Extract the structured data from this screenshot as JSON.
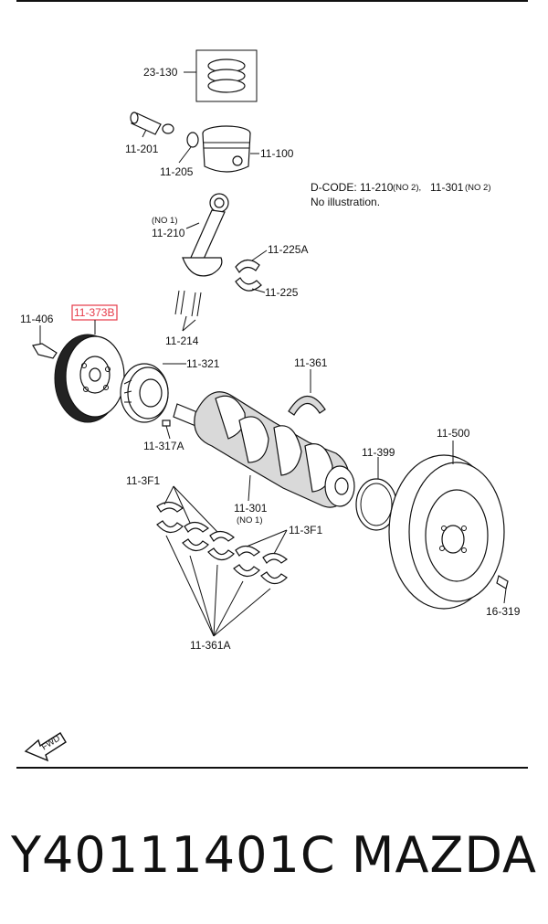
{
  "diagram": {
    "labels": {
      "piston_ring": "23-130",
      "piston_pin": "11-201",
      "snap_ring": "11-205",
      "piston": "11-100",
      "dcode_line": "D-CODE: 11-210",
      "dcode_no2a": "(NO 2),",
      "dcode_mid": "11-301",
      "dcode_no2b": "(NO 2)",
      "dcode_noillus": "No illustration.",
      "rod_no": "(NO 1)",
      "rod": "11-210",
      "rod_bearing_top": "11-225A",
      "rod_bearing_bottom": "11-225",
      "rod_bolt": "11-214",
      "pulley_bolt": "11-406",
      "pulley_highlight": "11-373B",
      "timing_pulley": "11-321",
      "thrust_bearing": "11-361",
      "key": "11-317A",
      "main_bearing_a": "11-3F1",
      "crankshaft": "11-301",
      "crankshaft_no": "(NO 1)",
      "main_bearing_b": "11-3F1",
      "seal": "11-399",
      "flywheel": "11-500",
      "flywheel_bolt": "16-319",
      "main_bearing_bottom": "11-361A",
      "fwd": "FWD"
    }
  },
  "footer": {
    "part_number": "Y40111401C",
    "brand": "MAZDA"
  },
  "colors": {
    "highlight": "#e63a48",
    "line": "#111111"
  }
}
